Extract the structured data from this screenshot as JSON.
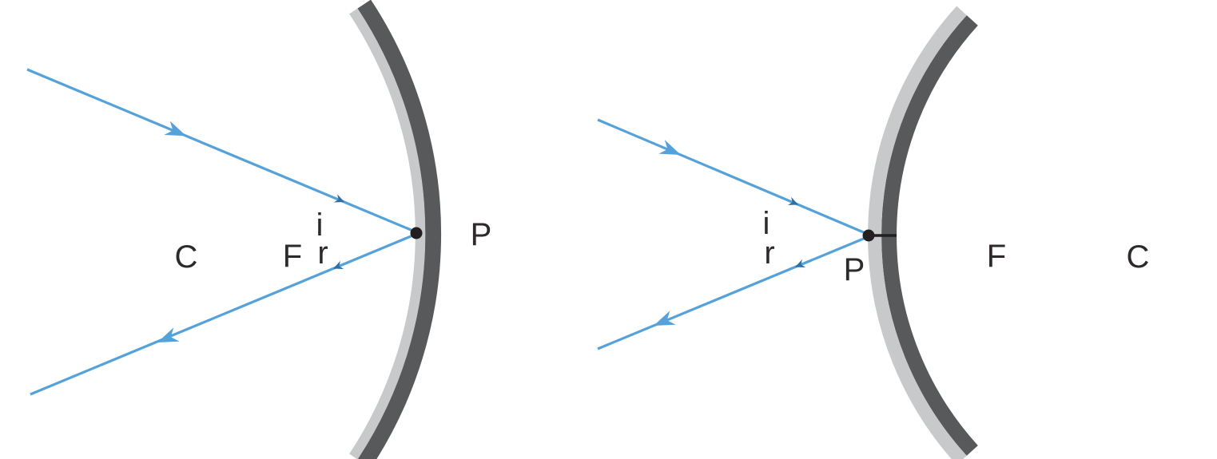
{
  "colors": {
    "background": "#ffffff",
    "ray_blue": "#55a1d9",
    "ray_tick_dark_blue": "#2f6ea5",
    "mirror_front_gray": "#c8c9ca",
    "mirror_back_gray": "#58595b",
    "label_color": "#2e2a2b",
    "point_black": "#231f20"
  },
  "concave_diagram": {
    "mirror_type": "concave mirror",
    "labels": {
      "center_of_curvature": "C",
      "focal_point": "F",
      "incidence_angle": "i",
      "reflection_angle": "r",
      "point_of_incidence": "P"
    }
  },
  "convex_diagram": {
    "mirror_type": "convex mirror",
    "labels": {
      "center_of_curvature": "C",
      "focal_point": "F",
      "incidence_angle": "i",
      "reflection_angle": "r",
      "point_of_incidence": "P"
    }
  }
}
